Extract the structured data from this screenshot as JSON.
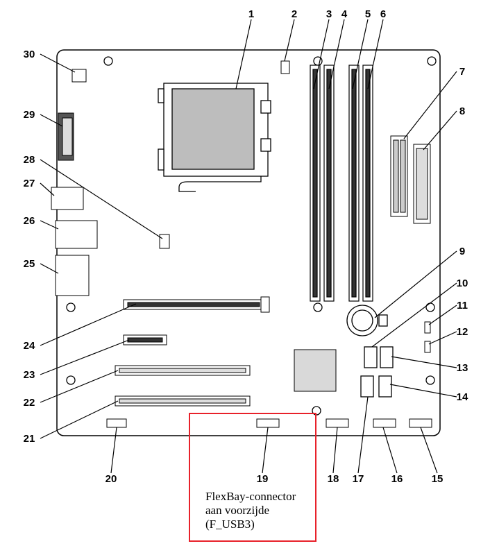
{
  "diagram": {
    "callouts": [
      "1",
      "2",
      "3",
      "4",
      "5",
      "6",
      "7",
      "8",
      "9",
      "10",
      "11",
      "12",
      "13",
      "14",
      "15",
      "16",
      "17",
      "18",
      "19",
      "20",
      "21",
      "22",
      "23",
      "24",
      "25",
      "26",
      "27",
      "28",
      "29",
      "30"
    ],
    "note_lines": [
      "FlexBay-connector",
      "aan voorzijde",
      "(F_USB3)"
    ],
    "note_border_color": "#e8212a"
  }
}
